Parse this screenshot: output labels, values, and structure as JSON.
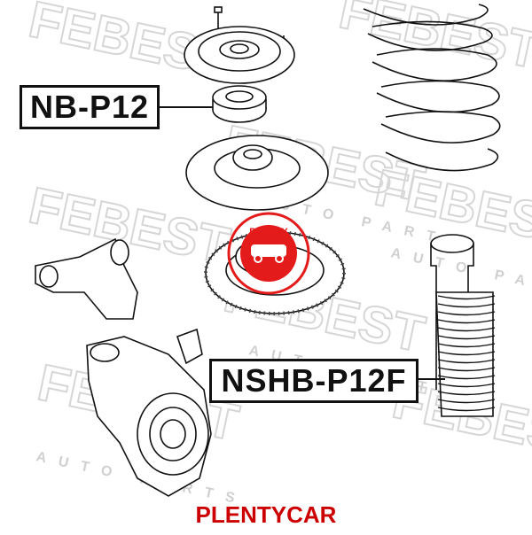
{
  "watermark": {
    "brand": "FEBEST",
    "subtitle": "AUTO PARTS"
  },
  "labels": {
    "nb": "NB-P12",
    "nshb": "NSHB-P12F"
  },
  "stamp": {
    "top": "PLENTY",
    "bottom": "CAR"
  },
  "footer": {
    "text": "PLENTYCAR"
  },
  "colors": {
    "line": "#111111",
    "watermark": "#c8c8c8",
    "stamp": "#e41b1b",
    "footer": "#cc0000"
  }
}
